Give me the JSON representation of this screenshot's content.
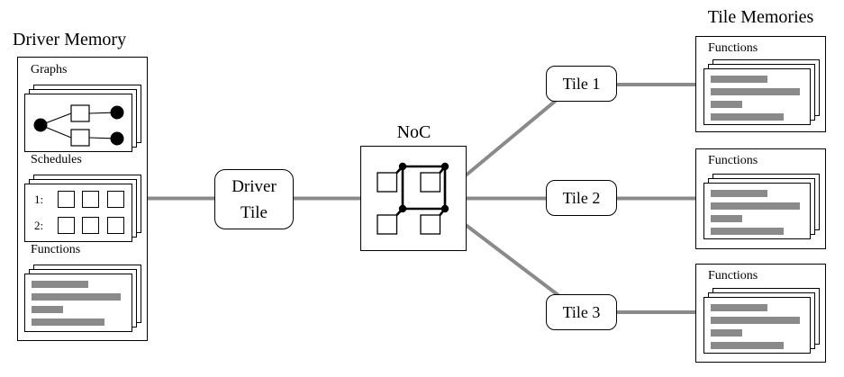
{
  "driver_memory": {
    "title": "Driver Memory",
    "graphs_label": "Graphs",
    "schedules_label": "Schedules",
    "functions_label": "Functions",
    "schedule_rows": [
      {
        "label": "1:"
      },
      {
        "label": "2:"
      }
    ]
  },
  "driver_tile": {
    "line1": "Driver",
    "line2": "Tile"
  },
  "noc": {
    "title": "NoC"
  },
  "tiles": [
    {
      "label": "Tile 1"
    },
    {
      "label": "Tile 2"
    },
    {
      "label": "Tile 3"
    }
  ],
  "tile_memories": {
    "title": "Tile Memories",
    "boxes": [
      {
        "label": "Functions"
      },
      {
        "label": "Functions"
      },
      {
        "label": "Functions"
      }
    ]
  },
  "function_bars": {
    "widths": [
      63,
      99,
      35,
      81
    ]
  },
  "colors": {
    "connector_gray": "#8a8a8a",
    "bar_gray": "#8a8a8a",
    "border_black": "#000000",
    "background": "#ffffff"
  }
}
